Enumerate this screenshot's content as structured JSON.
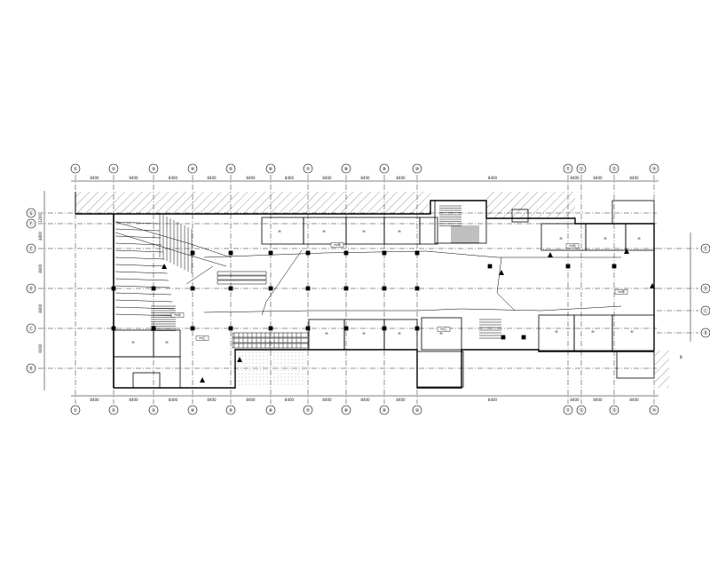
{
  "drawing": {
    "top_axes": [
      "①",
      "②",
      "③",
      "④",
      "⑤",
      "⑥",
      "⑦",
      "⑧",
      "⑨",
      "⑩",
      "⑪",
      "⑫",
      "⑬",
      "⑭"
    ],
    "bottom_axes": [
      "①",
      "②",
      "③",
      "④",
      "⑤",
      "⑥",
      "⑦",
      "⑧",
      "⑨",
      "⑩",
      "⑪",
      "⑫",
      "⑬",
      "⑭"
    ],
    "left_axes": [
      "Ⓖ",
      "Ⓕ",
      "Ⓔ",
      "Ⓓ",
      "Ⓒ",
      "Ⓑ"
    ],
    "right_axes": [
      "Ⓔ",
      "Ⓓ",
      "Ⓒ",
      "Ⓑ"
    ],
    "top_dims": [
      "8400",
      "8400",
      "8400",
      "8400",
      "8400",
      "8400",
      "8400",
      "8400",
      "8400",
      "8400",
      "8400",
      "8400",
      "8400"
    ],
    "bottom_dims": [
      "8400",
      "8400",
      "8400",
      "8400",
      "8400",
      "8400",
      "8400",
      "8400",
      "8400",
      "8400",
      "8400",
      "8400",
      "8400"
    ],
    "left_dims": [
      "1200",
      "4800",
      "8400",
      "8400",
      "6000"
    ],
    "room_tags": [
      "M",
      "M",
      "M",
      "M",
      "M",
      "M",
      "M",
      "M",
      "M",
      "M",
      "M",
      "M",
      "M",
      "M",
      "M",
      "M"
    ],
    "door_tags": [
      "FM甲",
      "FM乙",
      "FM丙",
      "FM甲",
      "FM乙",
      "FM丙"
    ],
    "right_note": "B"
  }
}
